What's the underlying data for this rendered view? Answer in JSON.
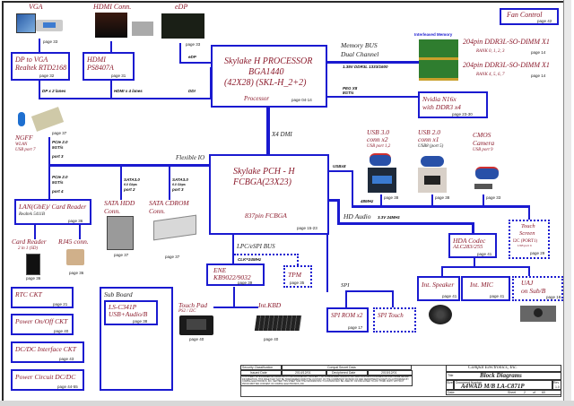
{
  "diagram": {
    "title": "Block Diagrams",
    "colors": {
      "bus": "#1a1ad0",
      "block_title": "#8b1a2b",
      "label": "#222222",
      "memory_label": "#1a1ad0"
    },
    "top_connectors": {
      "vga": {
        "title": "VGA",
        "page": "page 33"
      },
      "hdmi_conn": {
        "title": "HDMI Conn.",
        "page": ""
      },
      "edp": {
        "title": "eDP",
        "page": "page 33"
      }
    },
    "blocks": {
      "dp_to_vga": {
        "line1": "DP to VGA",
        "line2": "Realtek RTD2168",
        "page": "page 32"
      },
      "hdmi": {
        "line1": "HDMI",
        "line2": "PS8407A",
        "page": "page 31"
      },
      "processor": {
        "line1": "Skylake H PROCESSOR",
        "line2": "BGA1440",
        "line3": "(42X28)  (SKL-H_2+2)",
        "sub": "Processor",
        "page": "page 04-14"
      },
      "pch": {
        "line1": "Skylake PCH - H",
        "line2": "FCBGA(23X23)",
        "sub": "837pin FCBGA",
        "page": "page 15-23"
      },
      "fan_control": {
        "title": "Fan Control",
        "page": "page 42"
      },
      "dimm1": {
        "title": "204pin DDR3L-SO-DIMM X1",
        "rank": "RANK 0, 1, 2, 3",
        "page": "page 14"
      },
      "dimm2": {
        "title": "204pin DDR3L-SO-DIMM X1",
        "rank": "RANK 4, 5, 6, 7",
        "page": "page 14"
      },
      "nvidia": {
        "line1": "Nvidia N16x",
        "line2": "with DDR3 x4",
        "page": "page 23-30"
      },
      "ngff": {
        "line1": "NGFF",
        "line2": "WLAN",
        "line3": "USB port 7",
        "page": "page 37"
      },
      "lan": {
        "line1": "LAN(GbE)/ Card Reader",
        "line2": "Realtek 5411B",
        "page": "page 36"
      },
      "card_reader": {
        "line1": "Card Reader",
        "line2": "2 in 1 (SD)",
        "page": "page 36"
      },
      "rj45": {
        "title": "RJ45 conn.",
        "page": "page 36"
      },
      "sata_hdd": {
        "line1": "SATA HDD",
        "line2": "Conn.",
        "page": "page 37"
      },
      "sata_cdrom": {
        "line1": "SATA CDROM",
        "line2": "Conn.",
        "page": "page 37"
      },
      "usb30": {
        "line1": "USB 3.0",
        "line2": "conn  x2",
        "line3": "USB port 1,2",
        "page": "page 38"
      },
      "usb20": {
        "line1": "USB 2.0",
        "line2": "conn  x1",
        "line3": "USB8  (port 5)",
        "page": "page 38"
      },
      "cmos": {
        "line1": "CMOS",
        "line2": "Camera",
        "line3": "USB port 9",
        "page": "page 33"
      },
      "touch_screen": {
        "line1": "Touch",
        "line2": "Screen",
        "line3": "I2C (PORT1)",
        "line4": "USB port 6",
        "page": "page 29"
      },
      "hda_codec": {
        "line1": "HDA Codec",
        "line2": "ALC283/255",
        "page": "page 41"
      },
      "int_speaker": {
        "title": "Int. Speaker",
        "page": "page 41"
      },
      "int_mic": {
        "title": "Int. MIC",
        "page": "page 41"
      },
      "uaj": {
        "line1": "UAJ",
        "line2": "on Sub/B",
        "page": "page 18"
      },
      "ene": {
        "line1": "ENE",
        "line2": "KB9022/9032",
        "page": "page 39"
      },
      "tpm": {
        "title": "TPM",
        "page": "page 35"
      },
      "touch_pad": {
        "line1": "Touch  Pad",
        "line2": "PS2 / I2C",
        "page": "page 40"
      },
      "int_kbd": {
        "title": "Int.KBD",
        "page": "page 40"
      },
      "spi_rom": {
        "title": "SPI ROM x2",
        "page": "page 17"
      },
      "spi_touch": {
        "title": "SPI Touch"
      },
      "rtc": {
        "title": "RTC CKT",
        "page": "page 21"
      },
      "power_onoff": {
        "title": "Power On/Off CKT",
        "page": "page 40"
      },
      "dcdc_interface": {
        "title": "DC/DC Interface CKT",
        "page": "page 43"
      },
      "power_circuit": {
        "title": "Power Circuit DC/DC",
        "page": "page 44-55"
      },
      "sub_board": {
        "title": "Sub  Board",
        "line1": "LS-C341P",
        "line2": "USB+Audio/B",
        "page": "page 38"
      }
    },
    "bus_labels": {
      "dp_x2": "DP x 2 lanes",
      "hdmi_x4": "HDMI x 4 lanes",
      "ddi": "DDI",
      "edp": "eDP",
      "memory_bus": "Memory BUS",
      "dual_channel": "Dual Channel",
      "ddr_spec": "1.35V DDR3L 1333/1600",
      "interleaved": "Interleaved  Memory",
      "peg": "PEG  X8",
      "peg_speed": "8GT/s",
      "x4dmi": "X4 DMI",
      "flexible_io": "Flexible IO",
      "pcie_port3": {
        "a": "PCIe 2.0",
        "b": "5GT/s",
        "c": "port 3"
      },
      "pcie_port4": {
        "a": "PCIe 2.0",
        "b": "5GT/s",
        "c": "port 4"
      },
      "sata_port2": {
        "a": "SATA3.0",
        "b": "6.0 Gbps",
        "c": "port 2"
      },
      "sata_port3": {
        "a": "SATA3.0",
        "b": "6.0 Gbps",
        "c": "port 3"
      },
      "usbx8": "USBx8",
      "usb_48mhz": "48MHz",
      "hd_audio": "HD Audio",
      "hd_audio_spec": "3.3V 24MHz",
      "lpc": "LPC/eSPI BUS",
      "lpc_clk": "CLK=24MHz",
      "spi": "SPI"
    },
    "title_block": {
      "security_label": "Security Classification",
      "security_value": "Compal Secret Data",
      "issued_label": "Issued Date",
      "issued_value": "2014/12/01",
      "deciphered_label": "Deciphered Date",
      "deciphered_value": "2015/12/01",
      "notice": "THIS SHEET OF ENGINEERING DRAWING IS THE PROPRIETARY PROPERTY OF COMPAL ELECTRONICS, INC. AND CONTAINS CONFIDENTIAL AND TRADE SECRET INFORMATION. THIS SHEET MAY NOT BE TRANSFERED FROM THE CUSTODY OF THE COMPETENT DIVISION OF R&D DEPARTMENT EXCEPT AS AUTHORIZED BY COMPAL ELECTRONICS, INC. NEITHER THIS SHEET NOR THE INFORMATION IT CONTAINS MAY BE USED BY OR DISCLOSED TO ANY THIRD PARTY WITHOUT PRIOR WRITTEN CONSENT OF COMPAL ELECTRONICS, INC.",
      "company": "Compal Electronics, Inc.",
      "title_label": "Title",
      "title": "Block Diagrams",
      "size_label": "Size",
      "doc_label": "Document Number",
      "doc_number": "A4WAD M/B LA-C871P",
      "rev_label": "Rev",
      "rev": "1.0",
      "date_label": "Date:",
      "sheet_label": "Sheet",
      "sheet": "2",
      "of_label": "of",
      "sheets_total": "60"
    }
  }
}
